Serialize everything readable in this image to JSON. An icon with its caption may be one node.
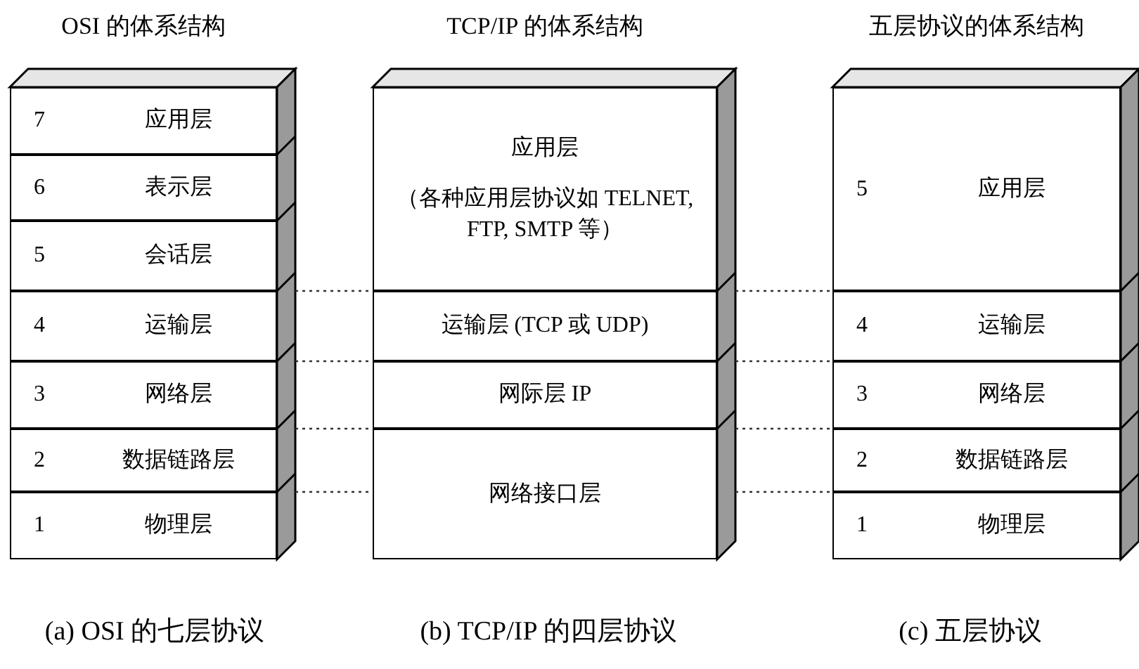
{
  "diagram": {
    "nodes": [
      {
        "text": [
          "7",
          "应用层"
        ]
      },
      {
        "text": [
          "6",
          "表示层"
        ]
      },
      {
        "text": [
          "5",
          "会话层"
        ]
      },
      {
        "text": [
          "4",
          "运输层"
        ]
      },
      {
        "text": [
          "3",
          "网络层"
        ]
      },
      {
        "text": [
          "2",
          "数据链路层"
        ]
      },
      {
        "text": [
          "1",
          "物理层"
        ]
      },
      {
        "text": [
          "应用层",
          "（各种应用层协议如 TELNET, FTP, SMTP 等）"
        ]
      },
      {
        "text": [
          "运输层 (TCP 或 UDP)"
        ]
      },
      {
        "text": [
          "网际层 IP"
        ]
      },
      {
        "text": [
          "网络接口层"
        ]
      },
      {
        "text": [
          "5",
          "应用层"
        ]
      },
      {
        "text": [
          "4",
          "运输层"
        ]
      },
      {
        "text": [
          "3",
          "网络层"
        ]
      },
      {
        "text": [
          "2",
          "数据链路层"
        ]
      },
      {
        "text": [
          "1",
          "物理层"
        ]
      }
    ],
    "labels": [
      "OSI 的体系结构",
      "TCP/IP 的体系结构",
      "五层协议的体系结构",
      "(a) OSI 的七层协议",
      "(b) TCP/IP 的四层协议",
      "(c) 五层协议"
    ]
  }
}
